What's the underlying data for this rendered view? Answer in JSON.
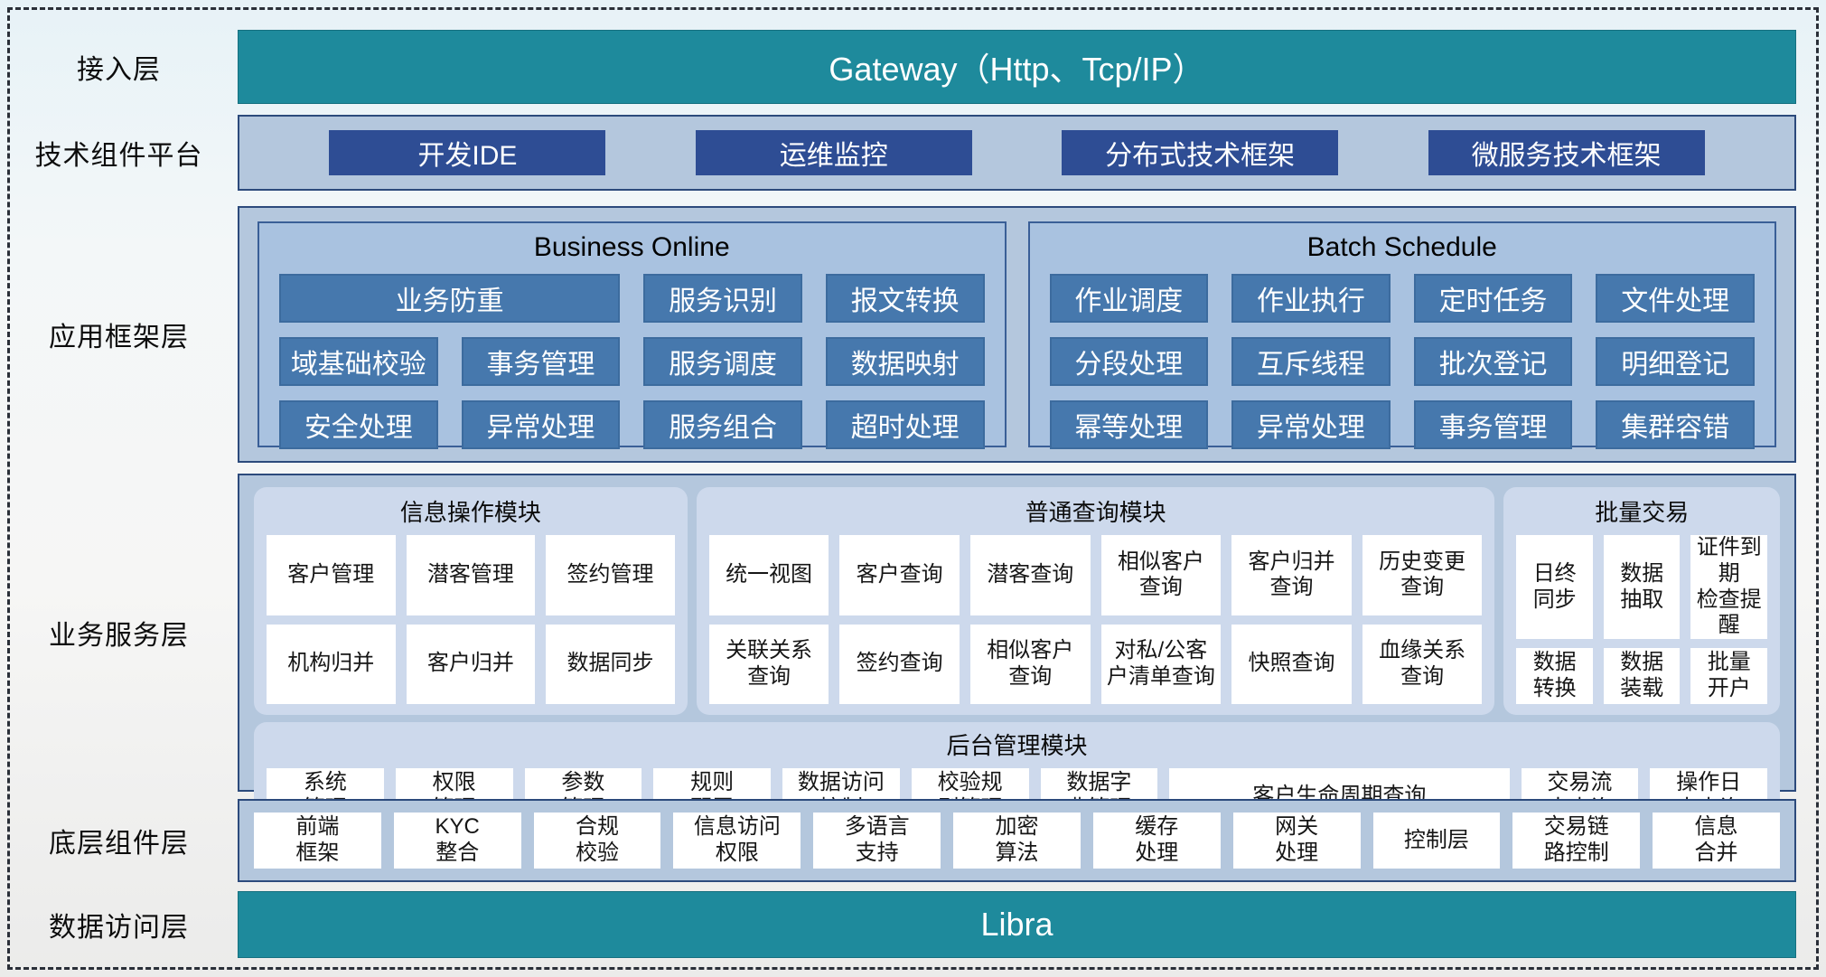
{
  "colors": {
    "teal_bar": "#1E8A9C",
    "navy_button": "#2E4D94",
    "container_bg": "#B4C7DD",
    "container_border": "#2C4A7C",
    "panel_bg": "#A9C2E0",
    "panel_border": "#3A5F97",
    "steel_button": "#4678AD",
    "module_bg": "#CDD9EC",
    "white_button": "#FFFFFF"
  },
  "layers": {
    "access": {
      "label": "接入层",
      "bar_text": "Gateway（Http、Tcp/IP）"
    },
    "tech": {
      "label": "技术组件平台",
      "items": [
        "开发IDE",
        "运维监控",
        "分布式技术框架",
        "微服务技术框架"
      ]
    },
    "app": {
      "label": "应用框架层",
      "business_online": {
        "title": "Business Online",
        "items": [
          "业务防重",
          "服务识别",
          "报文转换",
          "域基础校验",
          "事务管理",
          "服务调度",
          "数据映射",
          "安全处理",
          "异常处理",
          "服务组合",
          "超时处理"
        ]
      },
      "batch_schedule": {
        "title": "Batch Schedule",
        "items": [
          "作业调度",
          "作业执行",
          "定时任务",
          "文件处理",
          "分段处理",
          "互斥线程",
          "批次登记",
          "明细登记",
          "幂等处理",
          "异常处理",
          "事务管理",
          "集群容错"
        ]
      }
    },
    "service": {
      "label": "业务服务层",
      "info_module": {
        "title": "信息操作模块",
        "items": [
          "客户管理",
          "潜客管理",
          "签约管理",
          "机构归并",
          "客户归并",
          "数据同步"
        ]
      },
      "query_module": {
        "title": "普通查询模块",
        "items": [
          "统一视图",
          "客户查询",
          "潜客查询",
          "相似客户\n查询",
          "客户归并\n查询",
          "历史变更\n查询",
          "关联关系\n查询",
          "签约查询",
          "相似客户\n查询",
          "对私/公客\n户清单查询",
          "快照查询",
          "血缘关系\n查询"
        ]
      },
      "batch_module": {
        "title": "批量交易",
        "items": [
          "日终\n同步",
          "数据\n抽取",
          "证件到期\n检查提醒",
          "数据\n转换",
          "数据\n装载",
          "批量\n开户"
        ]
      },
      "admin_module": {
        "title": "后台管理模块",
        "items": [
          "系统\n管理",
          "权限\n管理",
          "参数\n管理",
          "规则\n配置",
          "数据访问\n控制",
          "校验规\n则管理",
          "数据字\n典管理",
          "客户生命周期查询",
          "交易流\n水查询",
          "操作日\n志查询"
        ]
      }
    },
    "base": {
      "label": "底层组件层",
      "items": [
        "前端\n框架",
        "KYC\n整合",
        "合规\n校验",
        "信息访问\n权限",
        "多语言\n支持",
        "加密\n算法",
        "缓存\n处理",
        "网关\n处理",
        "控制层",
        "交易链\n路控制",
        "信息\n合并"
      ]
    },
    "data": {
      "label": "数据访问层",
      "bar_text": "Libra"
    }
  }
}
